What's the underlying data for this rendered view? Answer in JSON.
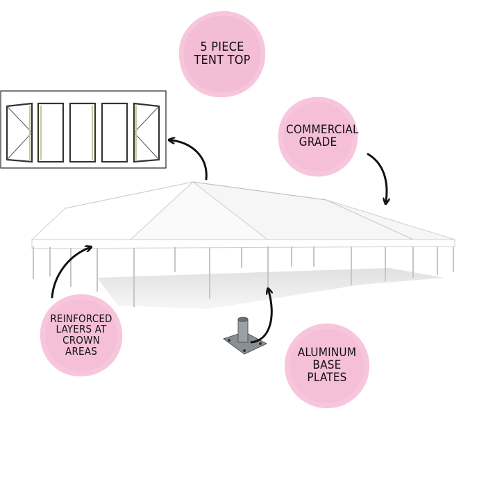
{
  "colors": {
    "badge_pink": "#f7c6dc",
    "badge_pink_dark": "#f1a8cb",
    "arrow": "#111111",
    "tent": "#ffffff",
    "tent_edge": "#c9c9c9"
  },
  "badges": {
    "top": "5 PIECE TENT TOP",
    "commercial": "COMMERCIAL GRADE",
    "reinforced": "REINFORCED LAYERS AT CROWN AREAS",
    "aluminum": "ALUMINUM BASE PLATES"
  },
  "icons": [
    "curved-arrow-icon",
    "base-plate-icon",
    "tent-top-panels-icon"
  ]
}
